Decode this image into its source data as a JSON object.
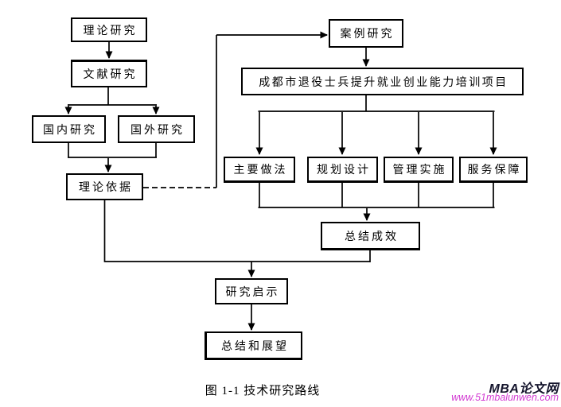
{
  "diagram": {
    "caption": "图 1-1  技术研究路线",
    "nodes": {
      "theory_research": "理论研究",
      "literature_research": "文献研究",
      "domestic_research": "国内研究",
      "foreign_research": "国外研究",
      "theoretical_basis": "理论依据",
      "case_study": "案例研究",
      "training_project": "成都市退役士兵提升就业创业能力培训项目",
      "main_practices": "主要做法",
      "planning_design": "规划设计",
      "management_implementation": "管理实施",
      "service_guarantee": "服务保障",
      "summary_results": "总结成效",
      "research_insights": "研究启示",
      "summary_outlook": "总结和展望"
    },
    "line_color": "#000000"
  },
  "watermark": {
    "site_name": "MBA论文网",
    "site_url": "www.51mbalunwen.com",
    "name_color": "#15152d",
    "url_color": "#d23ad2"
  }
}
